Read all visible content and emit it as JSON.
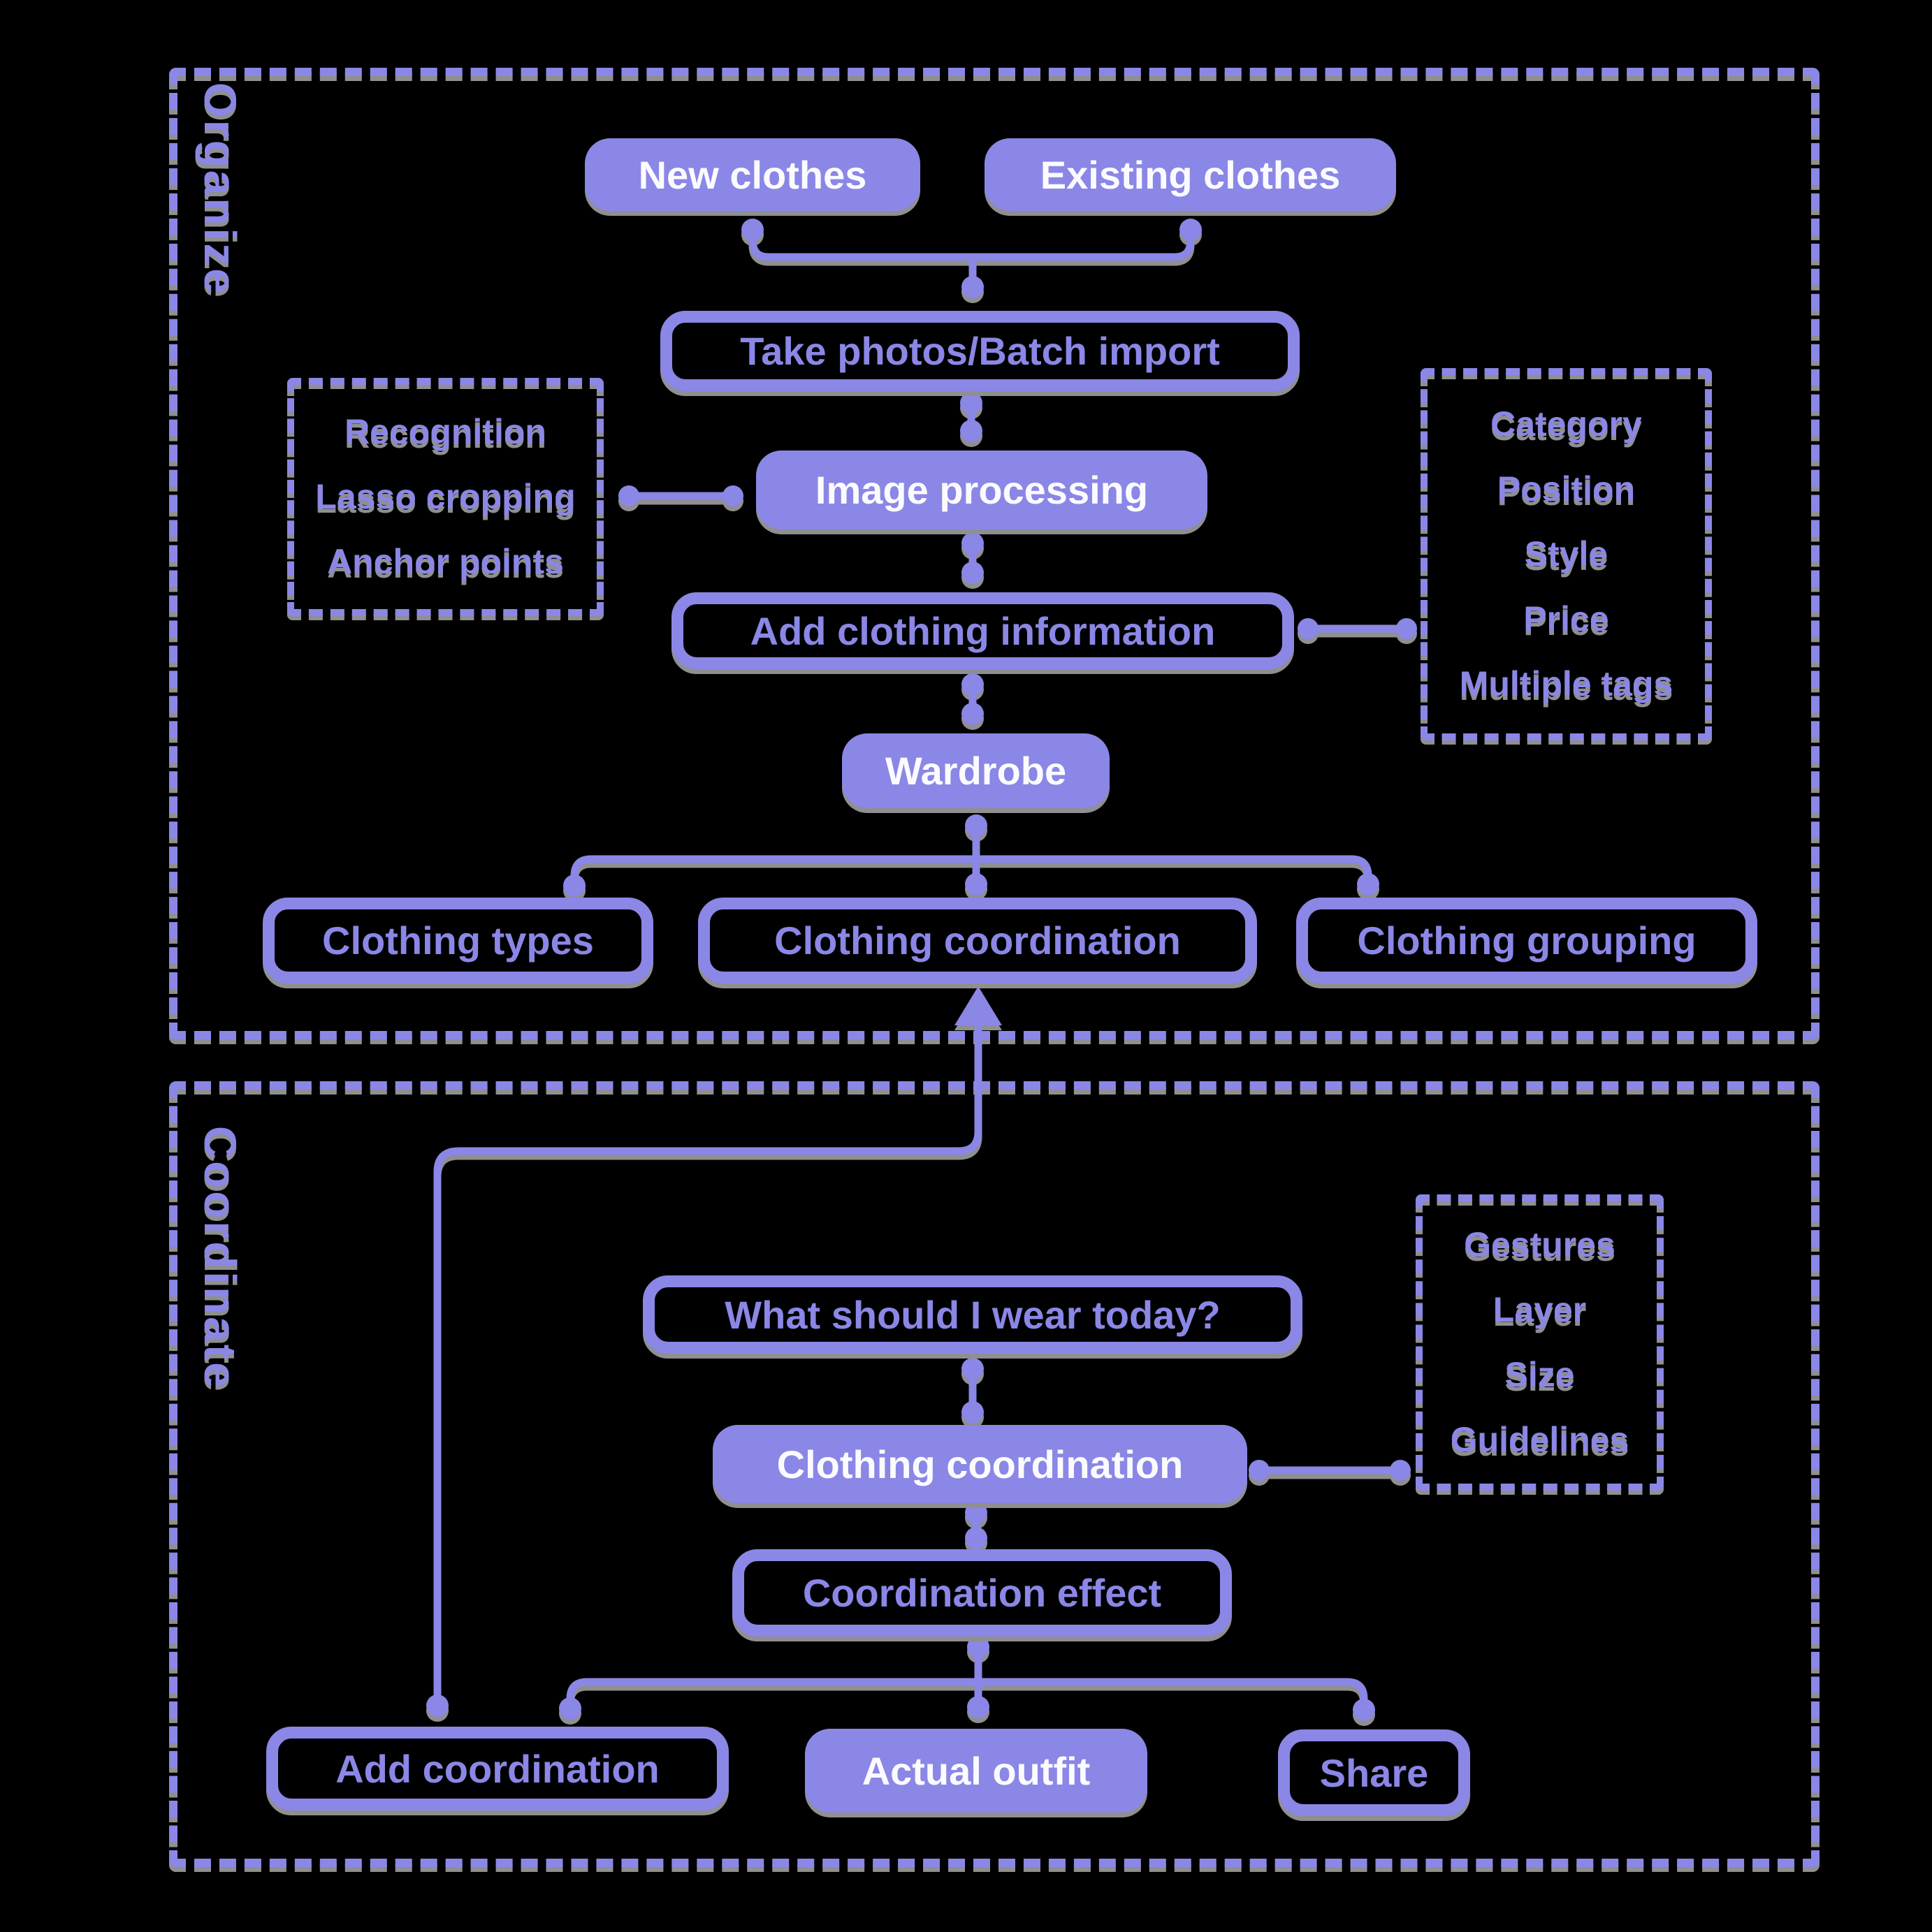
{
  "colors": {
    "background": "#000000",
    "accent": "#8B87E6",
    "shadow": "#8F8F8F",
    "filled_box_text": "#FBFBFF"
  },
  "organize": {
    "label": "Organize",
    "nodes": {
      "new_clothes": "New clothes",
      "existing_clothes": "Existing clothes",
      "take_photos": "Take photos/Batch import",
      "image_processing": "Image processing",
      "add_clothing_information": "Add clothing information",
      "wardrobe": "Wardrobe",
      "clothing_types": "Clothing types",
      "clothing_coordination": "Clothing coordination",
      "clothing_grouping": "Clothing grouping"
    },
    "notes": {
      "image_processing": [
        "Recognition",
        "Lasso cropping",
        "Anchor points"
      ],
      "clothing_information": [
        "Category",
        "Position",
        "Style",
        "Price",
        "Multiple tags"
      ]
    }
  },
  "coordinate": {
    "label": "Coordinate",
    "nodes": {
      "question": "What should I wear today?",
      "clothing_coordination": "Clothing coordination",
      "coordination_effect": "Coordination effect",
      "add_coordination": "Add coordination",
      "actual_outfit": "Actual outfit",
      "share": "Share"
    },
    "notes": {
      "clothing_coordination": [
        "Gestures",
        "Layer",
        "Size",
        "Guidelines"
      ]
    }
  }
}
